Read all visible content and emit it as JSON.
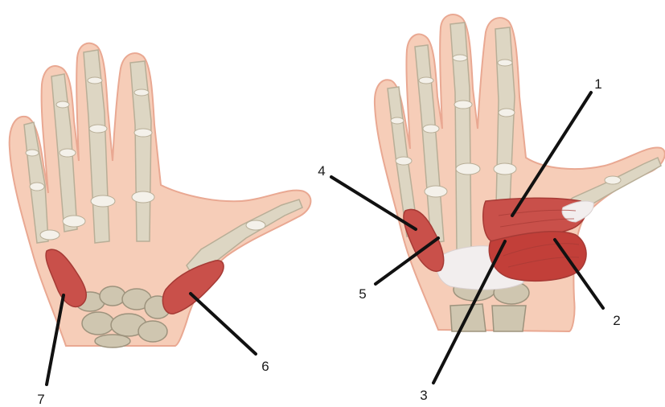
{
  "figure": {
    "colors": {
      "background": "#ffffff",
      "skin": "#f6cdb8",
      "skin_edge": "#e9a892",
      "bone": "#ddd6c3",
      "bone_shadow": "#b8ae97",
      "joint": "#f4f1ea",
      "muscle": "#c9504a",
      "muscle_dark": "#a63a35",
      "tendon": "#f2eeee",
      "leader": "#111111"
    },
    "left_hand": {
      "callouts": [
        {
          "label": "7"
        },
        {
          "label": "6"
        }
      ]
    },
    "right_hand": {
      "callouts": [
        {
          "label": "1"
        },
        {
          "label": "2"
        },
        {
          "label": "3"
        },
        {
          "label": "4"
        },
        {
          "label": "5"
        }
      ]
    }
  }
}
